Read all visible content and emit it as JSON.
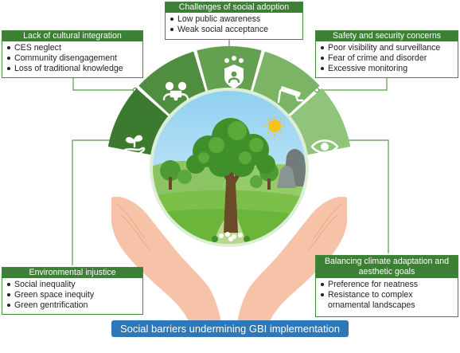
{
  "title": "Social barriers undermining GBI implementation",
  "colors": {
    "dark_green": "#3c7f35",
    "seg_1": "#3b7a2f",
    "seg_2": "#4f8e3f",
    "seg_3": "#63a150",
    "seg_4": "#7cb466",
    "seg_5": "#8fc47a",
    "footer_blue": "#2e77b8",
    "hand_skin": "#f6c3a8",
    "sky_blue": "#a9d8f2"
  },
  "segments": [
    {
      "icon": "sprout-hand-icon"
    },
    {
      "icon": "people-puzzle-icon"
    },
    {
      "icon": "shield-person-icon"
    },
    {
      "icon": "cctv-camera-icon"
    },
    {
      "icon": "eye-icon"
    }
  ],
  "boxes": {
    "social_adoption": {
      "title": "Challenges of social adoption",
      "items": [
        "Low public awareness",
        "Weak social acceptance"
      ]
    },
    "cultural": {
      "title": "Lack of cultural integration",
      "items": [
        "CES neglect",
        "Community disengagement",
        "Loss of traditional knowledge"
      ]
    },
    "safety": {
      "title": "Safety and security concerns",
      "items": [
        "Poor visibility and surveillance",
        "Fear of crime and disorder",
        "Excessive monitoring"
      ]
    },
    "environmental": {
      "title": "Environmental injustice",
      "items": [
        "Social inequality",
        "Green space inequity",
        "Green gentrification"
      ]
    },
    "climate": {
      "title": "Balancing climate adaptation and aesthetic goals",
      "items": [
        "Preference for neatness",
        "Resistance to complex ornamental landscapes"
      ]
    }
  }
}
